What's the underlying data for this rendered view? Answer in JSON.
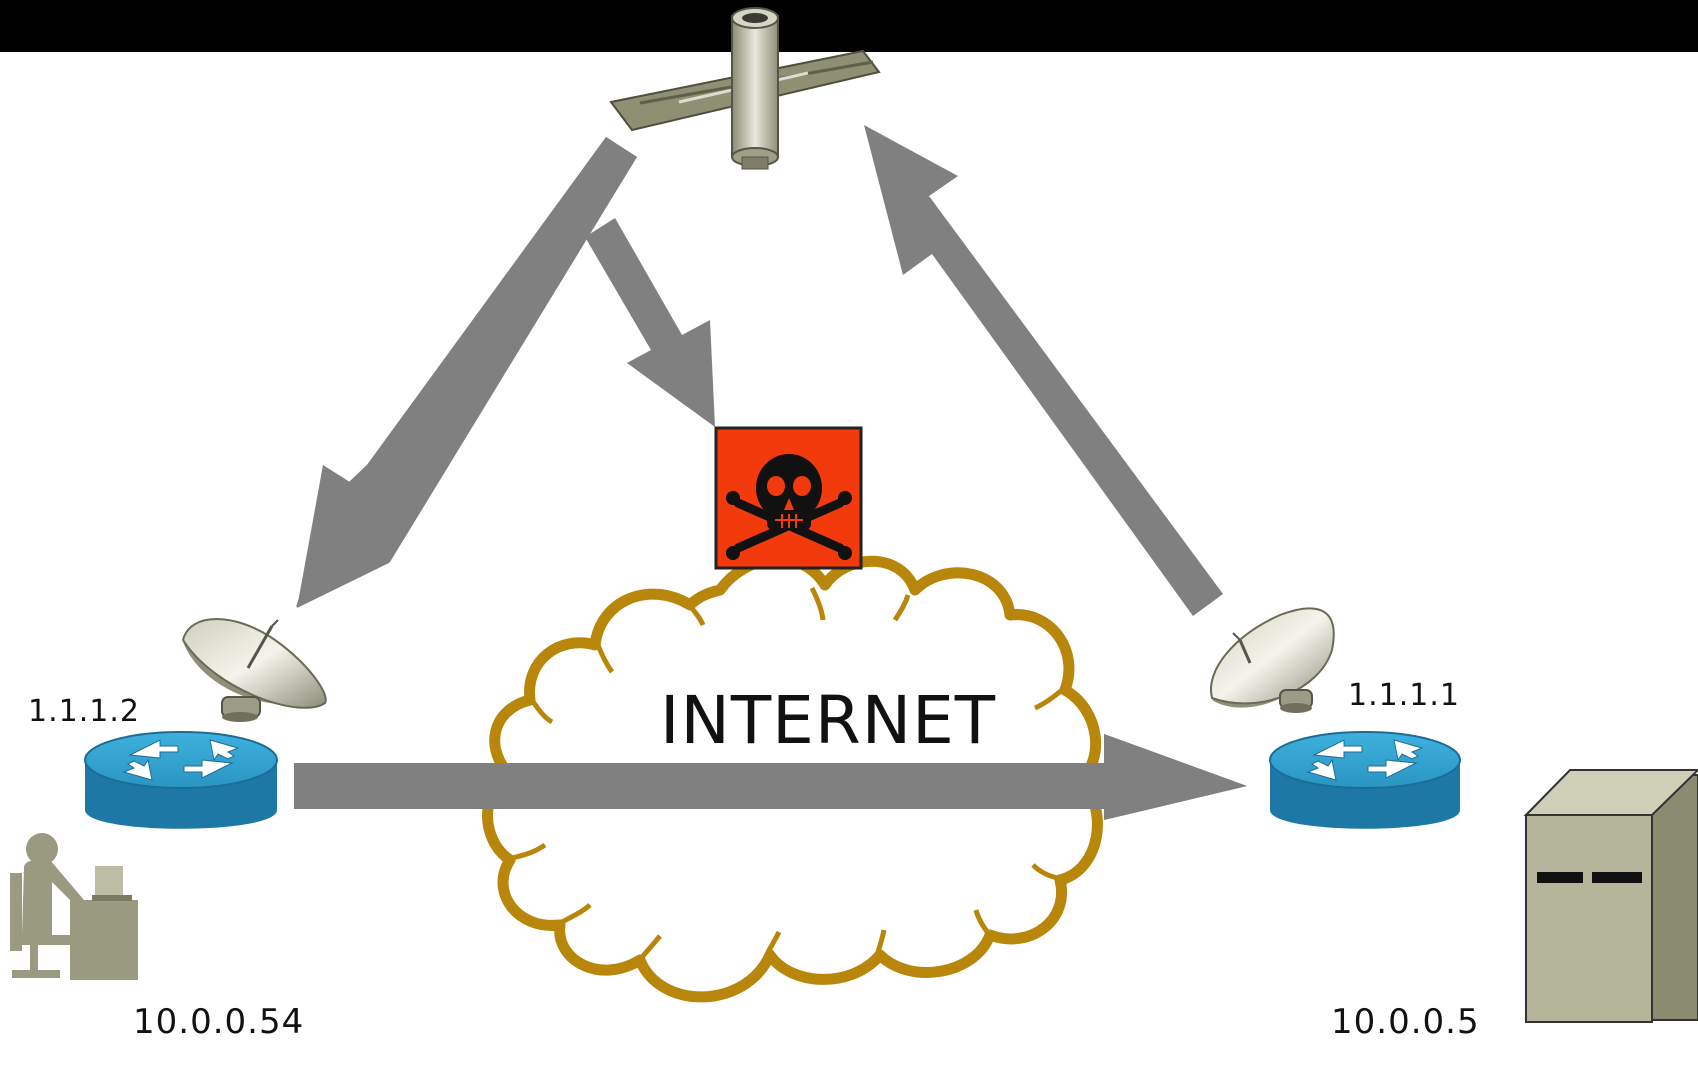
{
  "diagram": {
    "cloud_label": "INTERNET",
    "labels": {
      "left_router_ip": "1.1.1.2",
      "right_router_ip": "1.1.1.1",
      "client_ip": "10.0.0.54",
      "server_ip": "10.0.0.5"
    },
    "nodes": [
      {
        "id": "satellite",
        "icon": "satellite-icon"
      },
      {
        "id": "attacker",
        "icon": "skull-crossbones-icon"
      },
      {
        "id": "internet",
        "icon": "cloud-icon"
      },
      {
        "id": "left-dish",
        "icon": "satellite-dish-icon"
      },
      {
        "id": "right-dish",
        "icon": "satellite-dish-icon"
      },
      {
        "id": "left-router",
        "icon": "router-icon"
      },
      {
        "id": "right-router",
        "icon": "router-icon"
      },
      {
        "id": "client",
        "icon": "workstation-user-icon"
      },
      {
        "id": "server",
        "icon": "server-tower-icon"
      }
    ],
    "edges": [
      {
        "from": "right-dish",
        "to": "satellite"
      },
      {
        "from": "satellite",
        "to": "left-dish"
      },
      {
        "from": "satellite",
        "to": "attacker"
      },
      {
        "from": "left-router",
        "to": "right-router"
      }
    ],
    "colors": {
      "top_bar": "#000000",
      "arrow": "#808080",
      "cloud_outline": "#b8860b",
      "attacker_box": "#f23a0c",
      "router": "#2b9ac6",
      "equipment_tan": "#b5b59c"
    }
  }
}
